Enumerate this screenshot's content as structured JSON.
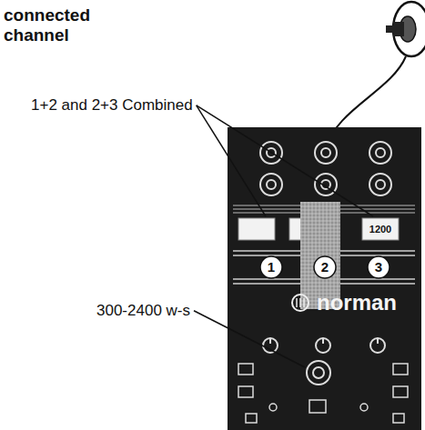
{
  "diagram": {
    "labels": [
      "connected channel",
      "1+2 and 2+3 Combined",
      "300-2400 w-s",
      "1",
      "2",
      "3",
      "norman",
      "1200"
    ]
  }
}
